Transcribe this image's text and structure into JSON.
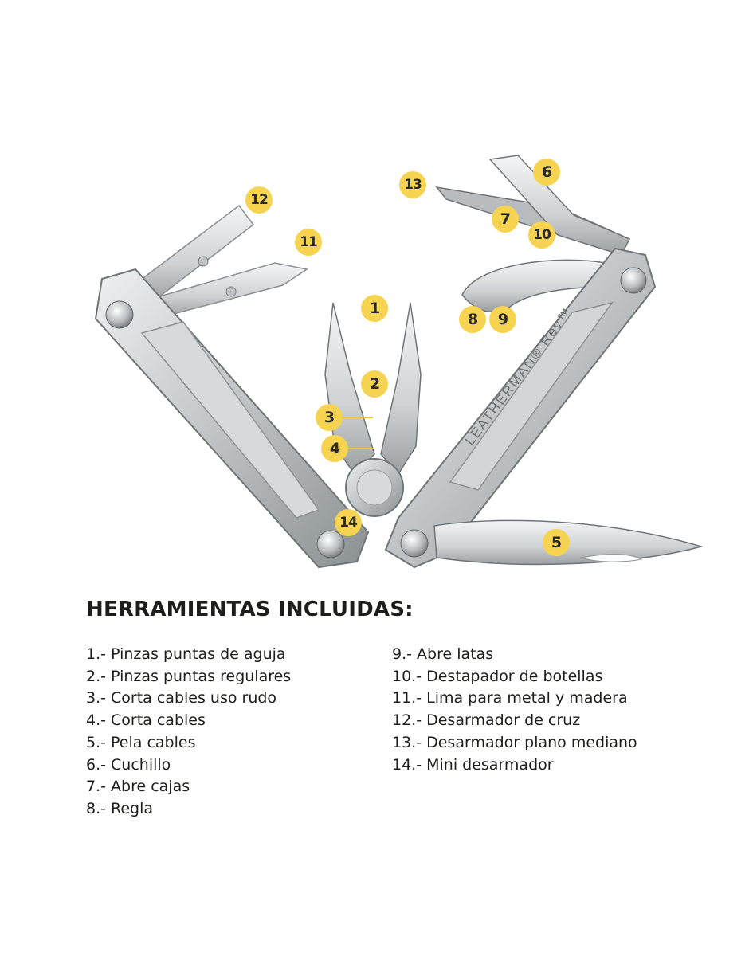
{
  "figure": {
    "brand_engraving": "LEATHERMAN® Rev™",
    "callouts": [
      "1",
      "2",
      "3",
      "4",
      "5",
      "6",
      "7",
      "8",
      "9",
      "10",
      "11",
      "12",
      "13",
      "14"
    ],
    "colors": {
      "callout": "#f6d350",
      "steel": "#c9ccce",
      "steel_dark": "#7d8285",
      "text": "#1d1d1b"
    }
  },
  "section": {
    "title": "HERRAMIENTAS INCLUIDAS:",
    "left_items": [
      "1.- Pinzas puntas de aguja",
      "2.- Pinzas puntas regulares",
      "3.- Corta cables uso rudo",
      "4.- Corta cables",
      "5.- Pela cables",
      "6.- Cuchillo",
      "7.- Abre cajas",
      "8.- Regla"
    ],
    "right_items": [
      "9.- Abre latas",
      "10.- Destapador de botellas",
      "11.- Lima para metal y madera",
      "12.- Desarmador de cruz",
      "13.- Desarmador plano mediano",
      "14.- Mini desarmador"
    ]
  }
}
